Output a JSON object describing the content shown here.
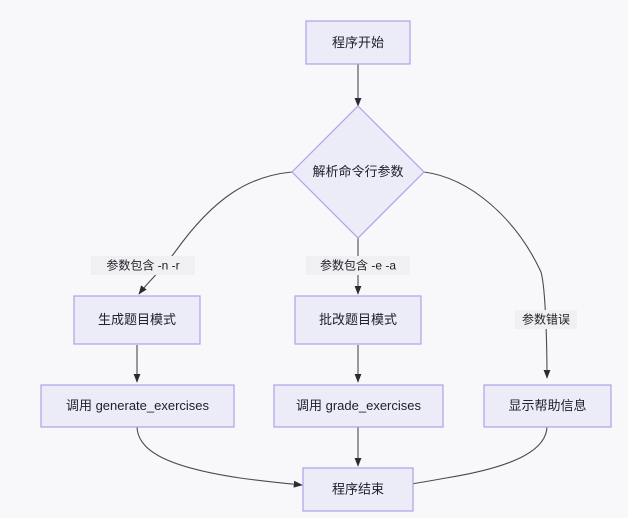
{
  "diagram": {
    "type": "flowchart",
    "title": "",
    "background_color": "#f8f8fb",
    "node_fill_color": "#ececf8",
    "node_border_color": "#b0a0e8",
    "edge_color": "#4a4a52",
    "text_color": "#202028",
    "nodes": [
      {
        "id": "start",
        "label": "程序开始",
        "shape": "rect"
      },
      {
        "id": "parse",
        "label": "解析命令行参数",
        "shape": "diamond"
      },
      {
        "id": "genmode",
        "label": "生成题目模式",
        "shape": "rect"
      },
      {
        "id": "grademode",
        "label": "批改题目模式",
        "shape": "rect"
      },
      {
        "id": "gencall",
        "label": "调用 generate_exercises",
        "shape": "rect"
      },
      {
        "id": "gradecall",
        "label": "调用 grade_exercises",
        "shape": "rect"
      },
      {
        "id": "help",
        "label": "显示帮助信息",
        "shape": "rect"
      },
      {
        "id": "end",
        "label": "程序结束",
        "shape": "rect"
      }
    ],
    "edges": [
      {
        "from": "start",
        "to": "parse",
        "label": ""
      },
      {
        "from": "parse",
        "to": "genmode",
        "label": "参数包含 -n -r"
      },
      {
        "from": "parse",
        "to": "grademode",
        "label": "参数包含 -e -a"
      },
      {
        "from": "parse",
        "to": "help",
        "label": "参数错误"
      },
      {
        "from": "genmode",
        "to": "gencall",
        "label": ""
      },
      {
        "from": "grademode",
        "to": "gradecall",
        "label": ""
      },
      {
        "from": "gencall",
        "to": "end",
        "label": ""
      },
      {
        "from": "gradecall",
        "to": "end",
        "label": ""
      },
      {
        "from": "help",
        "to": "end",
        "label": ""
      }
    ]
  }
}
